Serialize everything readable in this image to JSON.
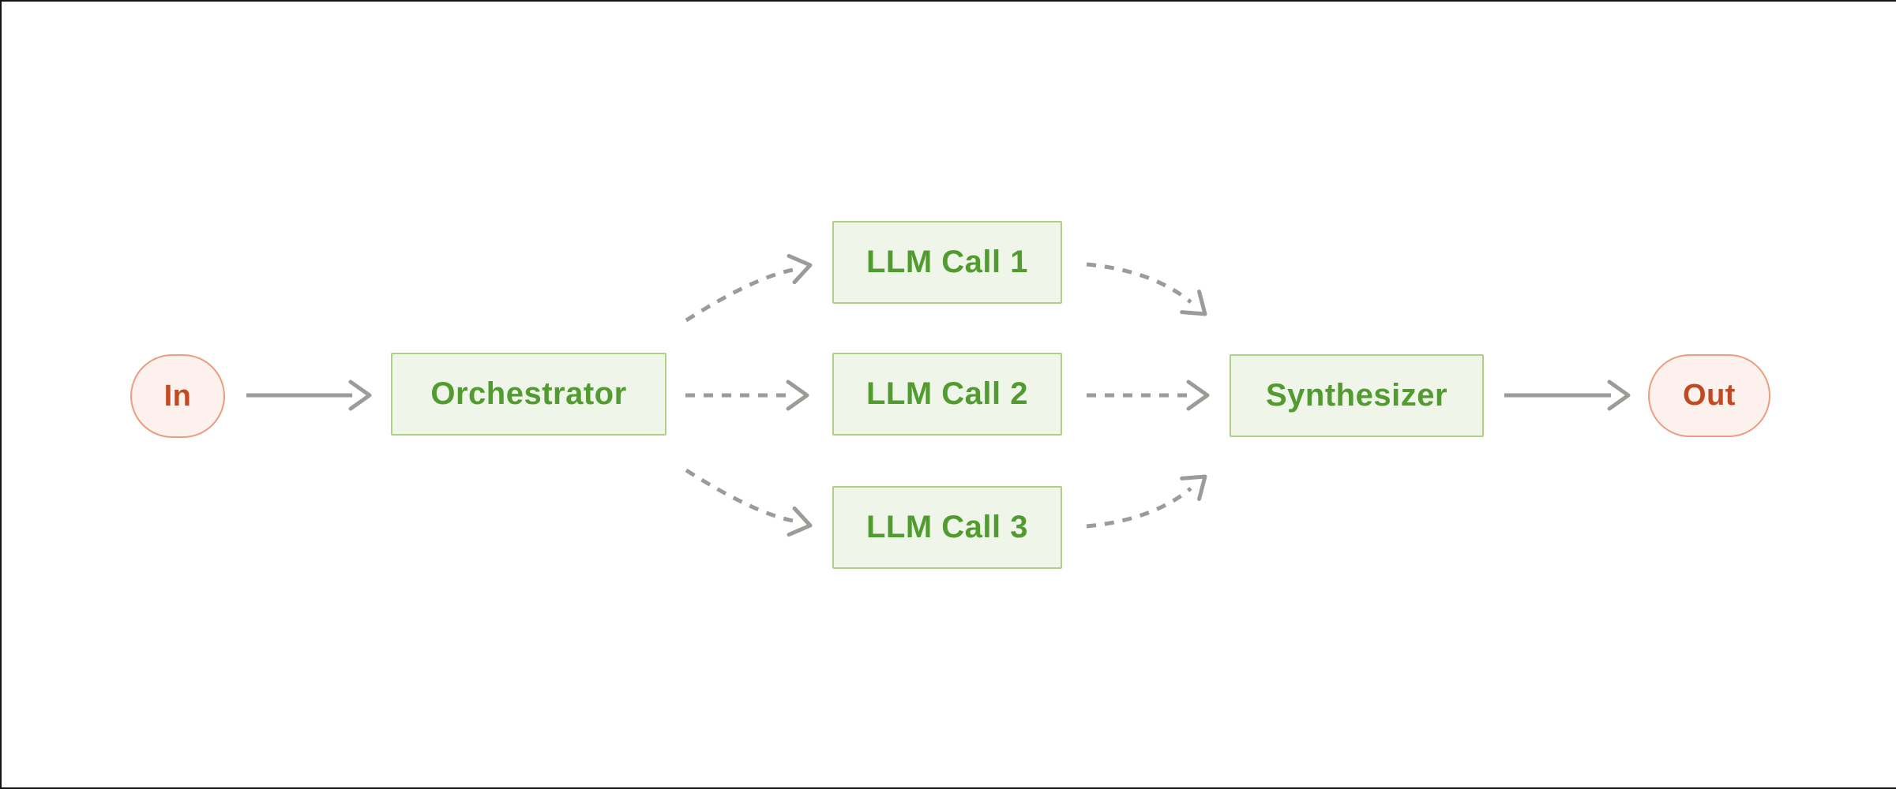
{
  "page": {
    "background": "#ffffff",
    "frame_border_color": "#141414"
  },
  "palette": {
    "process_fill": "#eff5e8",
    "process_border": "#aed186",
    "process_text": "#529b30",
    "terminal_fill": "#fcf1ec",
    "terminal_border": "#eb9d81",
    "terminal_text": "#c14a22",
    "arrow_color": "#9b9b97"
  },
  "nodes": {
    "input": {
      "label": "In",
      "type": "terminal"
    },
    "orchestrator": {
      "label": "Orchestrator",
      "type": "process"
    },
    "llm_call_1": {
      "label": "LLM Call 1",
      "type": "process"
    },
    "llm_call_2": {
      "label": "LLM Call 2",
      "type": "process"
    },
    "llm_call_3": {
      "label": "LLM Call 3",
      "type": "process"
    },
    "synthesizer": {
      "label": "Synthesizer",
      "type": "process"
    },
    "output": {
      "label": "Out",
      "type": "terminal"
    }
  },
  "edges": [
    {
      "from": "input",
      "to": "orchestrator",
      "style": "solid"
    },
    {
      "from": "orchestrator",
      "to": "llm_call_1",
      "style": "dashed"
    },
    {
      "from": "orchestrator",
      "to": "llm_call_2",
      "style": "dashed"
    },
    {
      "from": "orchestrator",
      "to": "llm_call_3",
      "style": "dashed"
    },
    {
      "from": "llm_call_1",
      "to": "synthesizer",
      "style": "dashed"
    },
    {
      "from": "llm_call_2",
      "to": "synthesizer",
      "style": "dashed"
    },
    {
      "from": "llm_call_3",
      "to": "synthesizer",
      "style": "dashed"
    },
    {
      "from": "synthesizer",
      "to": "output",
      "style": "solid"
    }
  ]
}
